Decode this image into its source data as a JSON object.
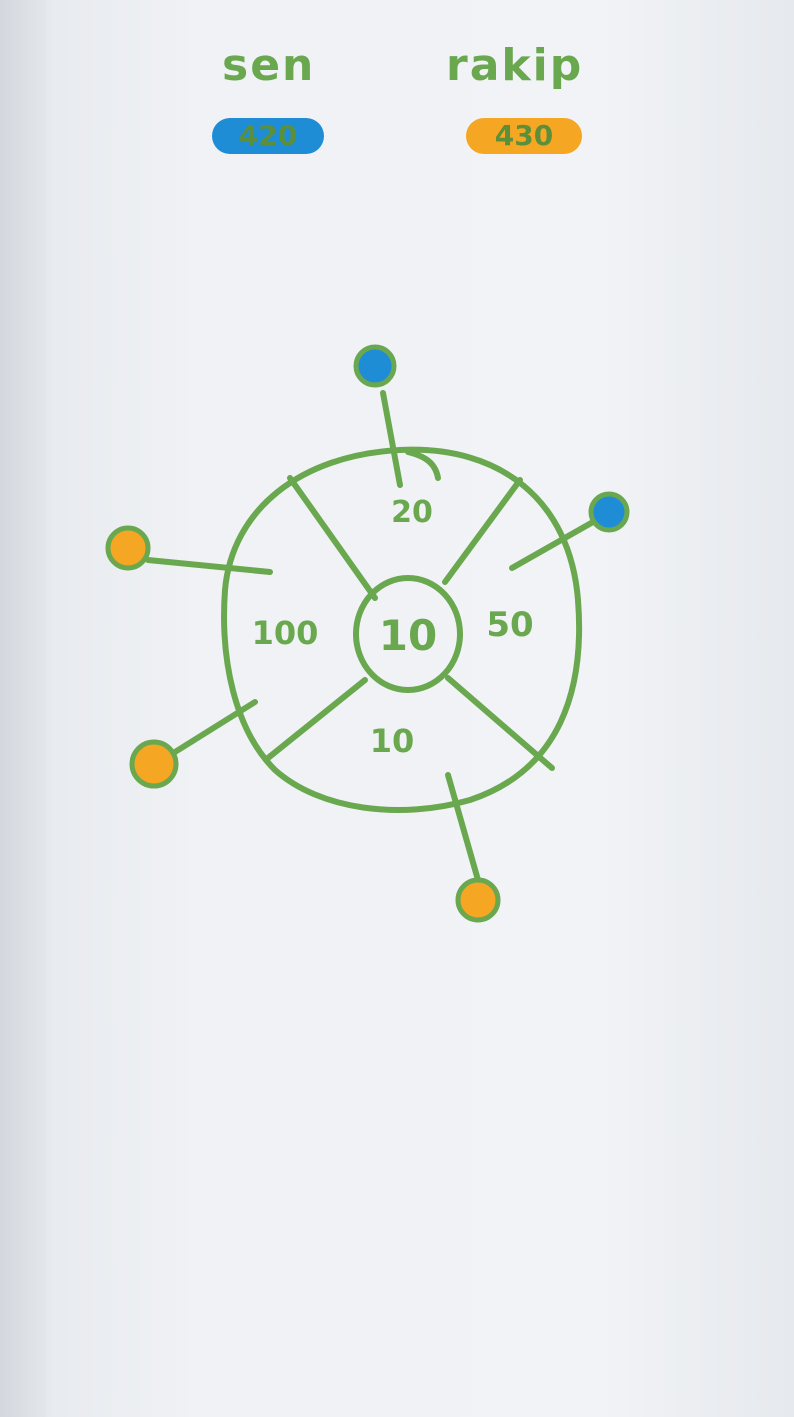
{
  "scoreboard": {
    "you_label": "sen",
    "you_score": "420",
    "opponent_label": "rakip",
    "opponent_score": "430"
  },
  "wheel": {
    "center_value": "10",
    "segments": {
      "top": "20",
      "right": "50",
      "bottom": "10",
      "left": "100"
    }
  },
  "colors": {
    "ink": "#6aa84f",
    "you": "#1f8dd6",
    "opponent": "#f5a623"
  },
  "pins": [
    {
      "owner": "you",
      "position": "top",
      "color_name": "blue"
    },
    {
      "owner": "you",
      "position": "upper-right",
      "color_name": "blue"
    },
    {
      "owner": "opponent",
      "position": "upper-left",
      "color_name": "orange"
    },
    {
      "owner": "opponent",
      "position": "lower-left",
      "color_name": "orange"
    },
    {
      "owner": "opponent",
      "position": "bottom",
      "color_name": "orange"
    }
  ]
}
